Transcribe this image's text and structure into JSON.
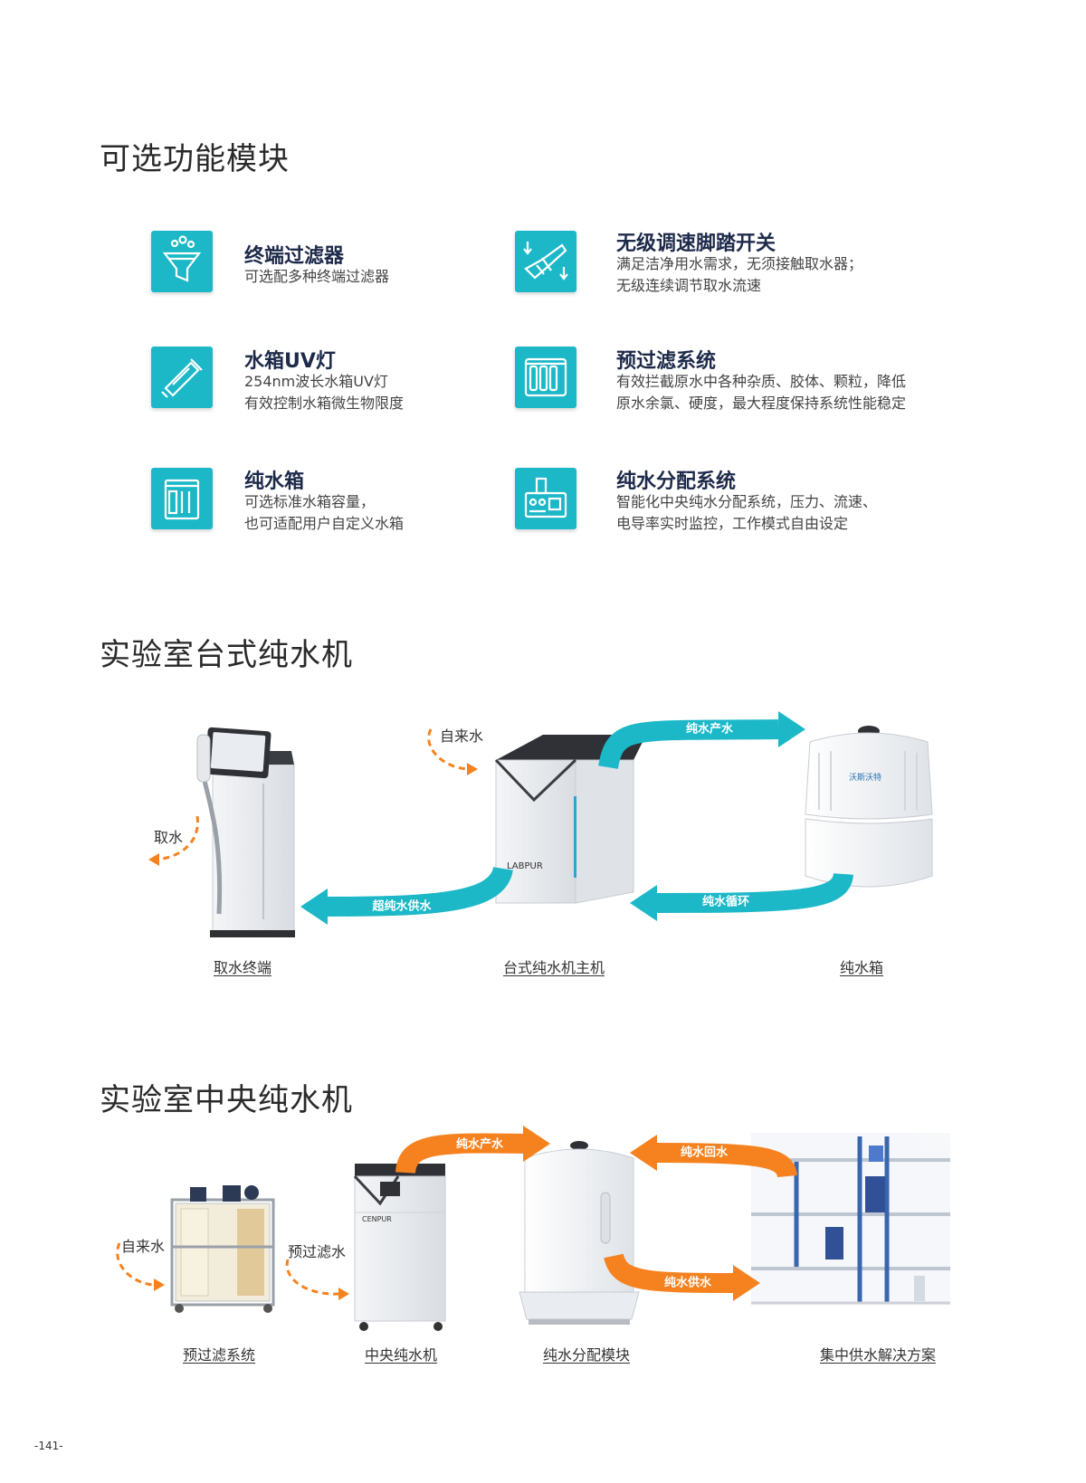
{
  "sections": {
    "modules_title": "可选功能模块",
    "bench_title": "实验室台式纯水机",
    "central_title": "实验室中央纯水机"
  },
  "features": [
    {
      "icon": "funnel-filter-icon",
      "title": "终端过滤器",
      "lines": [
        "可选配多种终端过滤器"
      ]
    },
    {
      "icon": "foot-pedal-icon",
      "title": "无级调速脚踏开关",
      "lines": [
        "满足洁净用水需求，无须接触取水器；",
        "无级连续调节取水流速"
      ]
    },
    {
      "icon": "uv-lamp-icon",
      "title": "水箱UV灯",
      "lines": [
        "254nm波长水箱UV灯",
        "有效控制水箱微生物限度"
      ]
    },
    {
      "icon": "prefilter-cartridges-icon",
      "title": "预过滤系统",
      "lines": [
        "有效拦截原水中各种杂质、胶体、颗粒，降低",
        "原水余氯、硬度，最大程度保持系统性能稳定"
      ]
    },
    {
      "icon": "water-tank-icon",
      "title": "纯水箱",
      "lines": [
        "可选标准水箱容量，",
        "也可适配用户自定义水箱"
      ]
    },
    {
      "icon": "distribution-system-icon",
      "title": "纯水分配系统",
      "lines": [
        "智能化中央纯水分配系统，压力、流速、",
        "电导率实时监控，工作模式自由设定"
      ]
    }
  ],
  "bench": {
    "tap_water": "自来水",
    "take_water": "取水",
    "arrows": {
      "produce": "纯水产水",
      "ultra_supply": "超纯水供水",
      "circulate": "纯水循环"
    },
    "captions": [
      "取水终端",
      "台式纯水机主机",
      "纯水箱"
    ],
    "logo_main": "LABPUR",
    "logo_tank": "沃斯沃特"
  },
  "central": {
    "tap_water": "自来水",
    "prefiltered_water": "预过滤水",
    "arrows": {
      "produce": "纯水产水",
      "return": "纯水回水",
      "supply": "纯水供水"
    },
    "captions": [
      "预过滤系统",
      "中央纯水机",
      "纯水分配模块",
      "集中供水解决方案"
    ],
    "logo_main": "CENPUR"
  },
  "page_number": "-141-",
  "colors": {
    "teal": "#1cb8c8",
    "orange": "#f5821f",
    "navy": "#1e2a4a"
  }
}
